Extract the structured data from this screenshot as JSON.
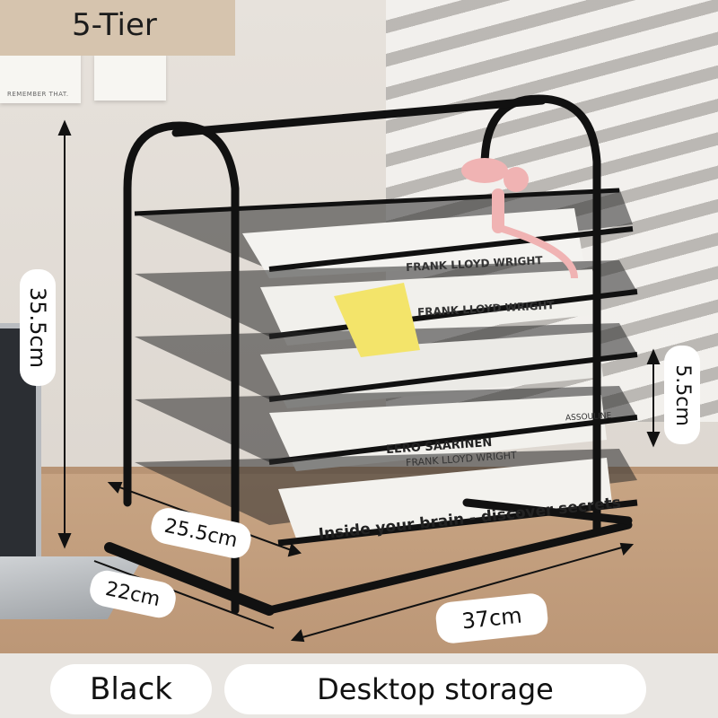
{
  "tag": {
    "tier_label": "5-Tier"
  },
  "notes": {
    "note1_text": "REMEMBER THAT."
  },
  "dimensions": {
    "height": "35.5cm",
    "tier_gap": "5.5cm",
    "tray_depth": "25.5cm",
    "depth": "22cm",
    "width": "37cm"
  },
  "books": {
    "top": "FRANK LLOYD WRIGHT",
    "second": "FRANK LLOYD WRIGHT",
    "fourth_publisher": "ASSOULINE",
    "fourth_title": "EERO SAARINEN",
    "fourth_subtitle": "FRANK LLOYD WRIGHT",
    "bottom": "Inside your brain - discover secrets"
  },
  "footer": {
    "color": "Black",
    "product": "Desktop storage"
  },
  "colors": {
    "frame": "#111111",
    "tag_bg": "#d6c4ae",
    "pill_bg": "#ffffff",
    "sticky_note": "#f3e46a"
  }
}
